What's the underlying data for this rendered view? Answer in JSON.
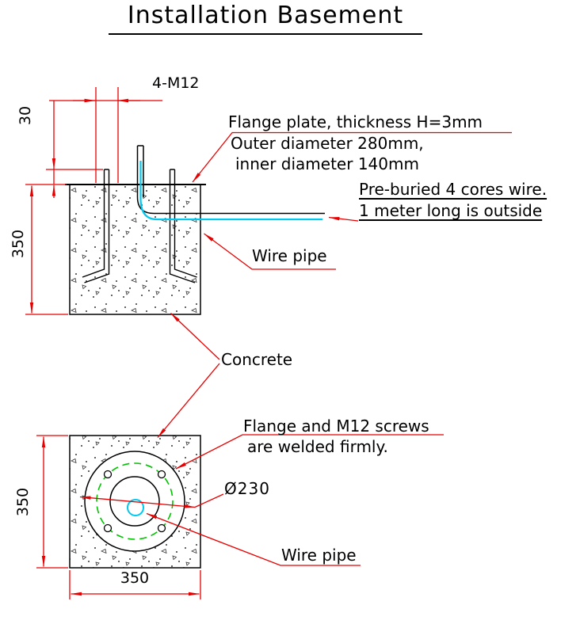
{
  "title": "Installation Basement",
  "colors": {
    "red": "#e80000",
    "green": "#00c400",
    "cyan": "#00c8f0",
    "line": "#000000"
  },
  "cross_section": {
    "dim_bolts": "4-M12",
    "dim_protrusion": "30",
    "dim_depth": "350",
    "ann_flange_line1": "Flange plate, thickness H=3mm",
    "ann_flange_line2": "Outer diameter 280mm,",
    "ann_flange_line3": "inner diameter 140mm",
    "ann_wire_line1": "Pre-buried 4 cores wire.",
    "ann_wire_line2": "1 meter long is outside",
    "ann_wire_pipe": "Wire pipe",
    "ann_concrete": "Concrete"
  },
  "top_view": {
    "ann_weld_line1": "Flange and M12 screws",
    "ann_weld_line2": "are welded firmly.",
    "dim_bolt_circle": "Ø230",
    "ann_wire_pipe": "Wire pipe",
    "dim_width": "350",
    "dim_height": "350"
  }
}
